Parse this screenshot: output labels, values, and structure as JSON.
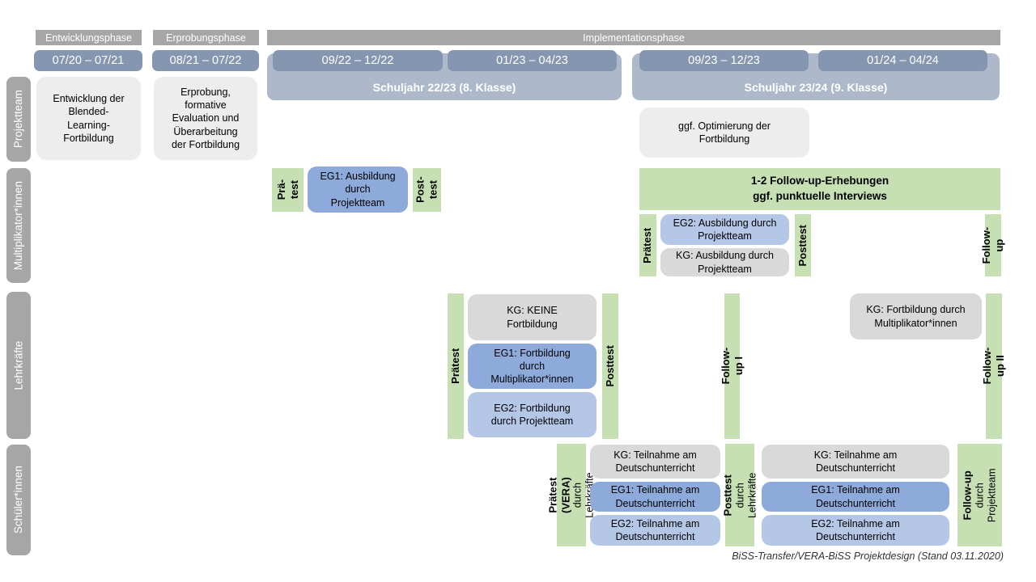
{
  "phases": {
    "development": "Entwicklungsphase",
    "piloting": "Erprobungsphase",
    "implementation": "Implementationsphase"
  },
  "periods": {
    "p1": "07/20 – 07/21",
    "p2": "08/21 – 07/22",
    "p3": "09/22 – 12/22",
    "p4": "01/23 – 04/23",
    "p5": "09/23 – 12/23",
    "p6": "01/24 – 04/24"
  },
  "school_years": {
    "sy2223": "Schuljahr 22/23 (8. Klasse)",
    "sy2324": "Schuljahr 23/24 (9. Klasse)"
  },
  "row_labels": {
    "projektteam": "Projektteam",
    "multiplikatoren": "Multiplikator*innen",
    "lehrkraefte": "Lehrkräfte",
    "schueler": "Schüler*innen"
  },
  "projektteam": {
    "entwicklung": "Entwicklung der\nBlended-\nLearning-\nFortbildung",
    "erprobung": "Erprobung,\nformative\nEvaluation und\nÜberarbeitung\nder Fortbildung",
    "optimierung": "ggf. Optimierung der\nFortbildung"
  },
  "multiplikatoren": {
    "praetest_split": "Prä-\ntest",
    "eg1": "EG1: Ausbildung\ndurch\nProjektteam",
    "posttest_split": "Post-\ntest",
    "followup_box": "1-2 Follow-up-Erhebungen\nggf. punktuelle Interviews",
    "praetest": "Prätest",
    "eg2": "EG2: Ausbildung durch\nProjektteam",
    "kg": "KG: Ausbildung durch\nProjektteam",
    "posttest": "Posttest",
    "followup": "Follow-up"
  },
  "lehrkraefte": {
    "praetest": "Prätest",
    "kg": "KG: KEINE\nFortbildung",
    "eg1": "EG1: Fortbildung\ndurch\nMultiplikator*innen",
    "eg2": "EG2: Fortbildung\ndurch Projektteam",
    "posttest": "Posttest",
    "followup1": "Follow-up I",
    "kg2": "KG: Fortbildung durch\nMultiplikator*innen",
    "followup2": "Follow-up II"
  },
  "schueler": {
    "praetest_main": "Prätest (VERA)",
    "praetest_sub": "durch Lehrkräfte",
    "kg": "KG: Teilnahme am\nDeutschunterricht",
    "eg1": "EG1: Teilnahme am\nDeutschunterricht",
    "eg2": "EG2: Teilnahme am\nDeutschunterricht",
    "posttest_main": "Posttest",
    "posttest_sub": "durch Lehrkräfte",
    "followup_main": "Follow-up",
    "followup_sub": "durch\nProjektteam"
  },
  "footer": {
    "caption": "BiSS-Transfer/VERA-BiSS Projektdesign (Stand 03.11.2020)"
  },
  "colors": {
    "phase_bar": "#A6A6A6",
    "period_bar": "#8496B0",
    "year_band": "#ADB9CA",
    "light_box": "#EDEDED",
    "kg_box": "#D9D9D9",
    "eg1_box": "#8EAADB",
    "eg2_box": "#B4C7E7",
    "green_box": "#C6E0B4",
    "row_label": "#A6A6A6"
  }
}
